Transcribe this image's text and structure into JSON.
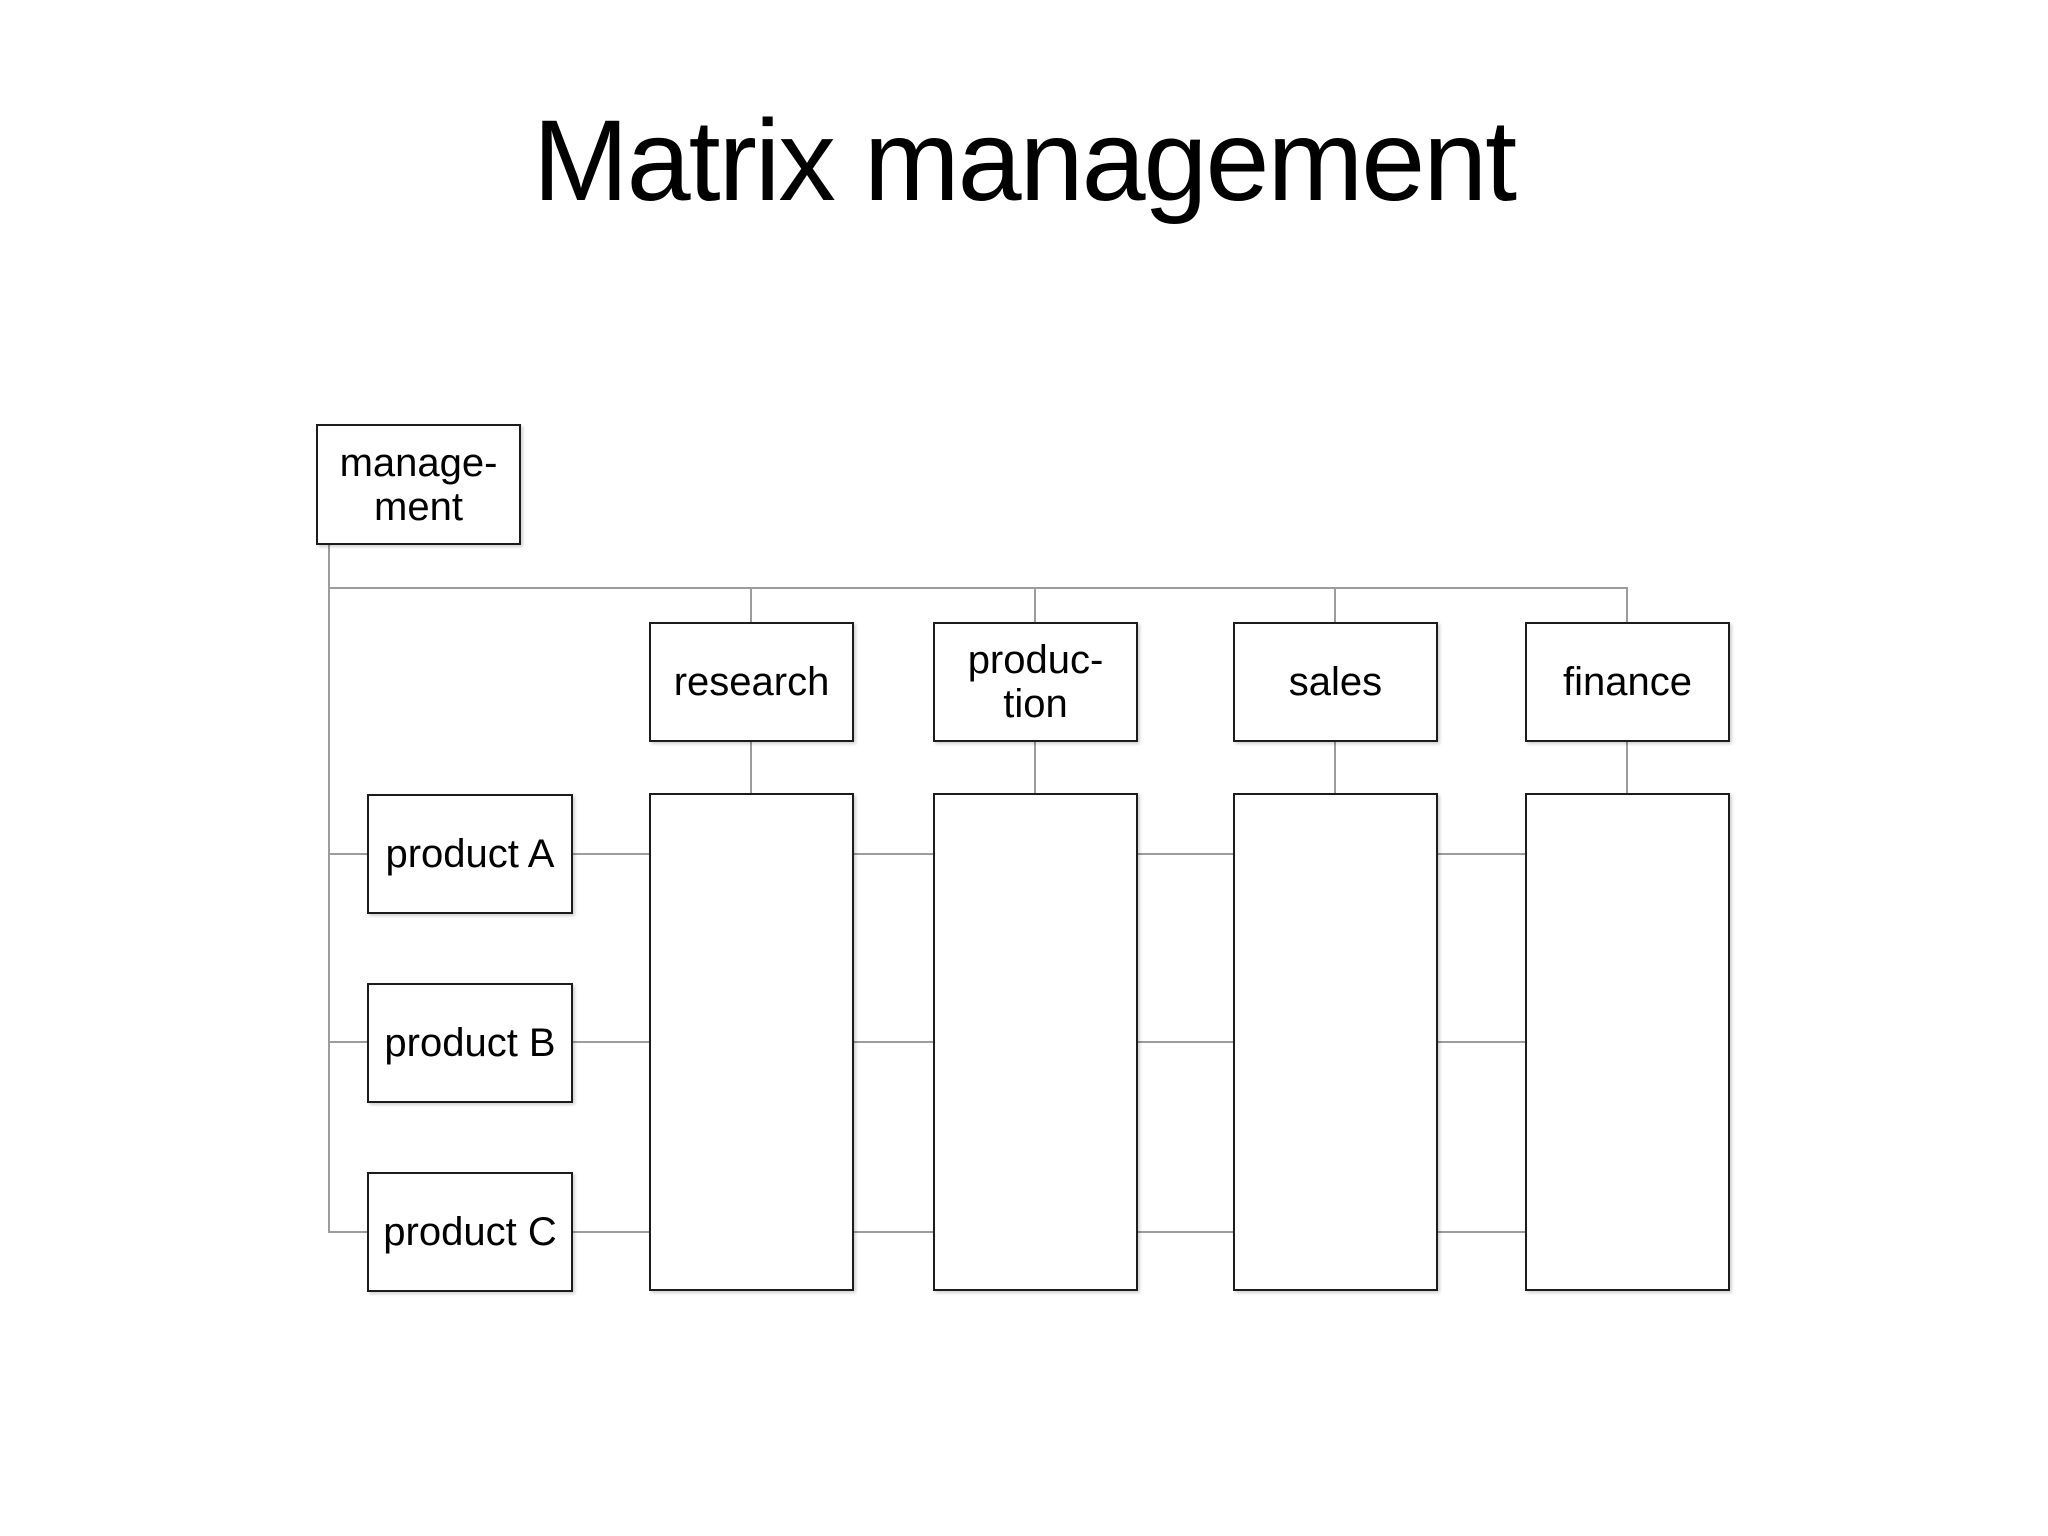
{
  "title": "Matrix management",
  "nodes": {
    "management": {
      "label": "manage-\nment"
    },
    "departments": [
      {
        "label": "research"
      },
      {
        "label": "produc-\ntion"
      },
      {
        "label": "sales"
      },
      {
        "label": "finance"
      }
    ],
    "products": [
      {
        "label": "product A"
      },
      {
        "label": "product B"
      },
      {
        "label": "product C"
      }
    ]
  },
  "colors": {
    "background": "#ffffff",
    "box_border": "#1c1c1c",
    "connector": "#9c9c9c",
    "text": "#000000"
  }
}
